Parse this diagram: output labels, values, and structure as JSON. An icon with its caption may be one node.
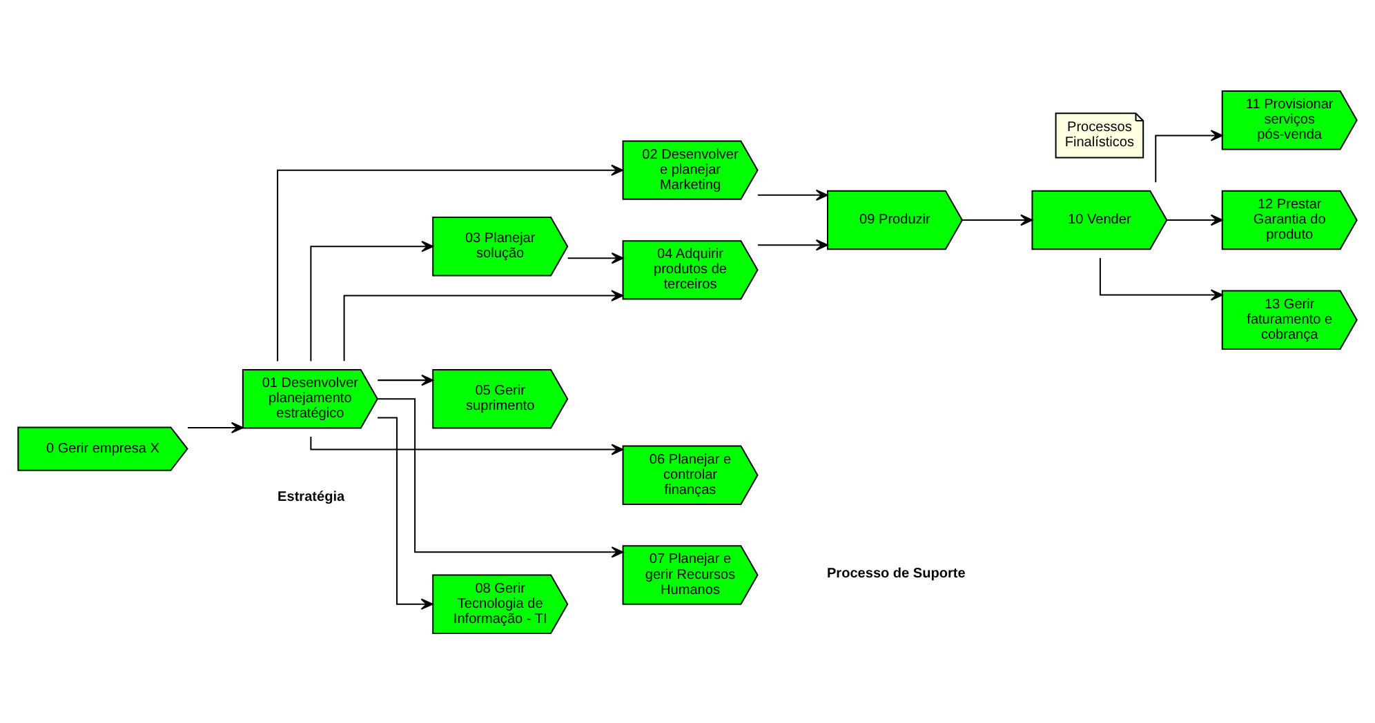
{
  "diagram": {
    "nodes": [
      {
        "text": [
          "0 Gerir empresa X"
        ]
      },
      {
        "text": [
          "01 Desenvolver planejamento estratégico"
        ]
      },
      {
        "text": [
          "02 Desenvolver e planejar Marketing"
        ]
      },
      {
        "text": [
          "03 Planejar solução"
        ]
      },
      {
        "text": [
          "04 Adquirir produtos de terceiros"
        ]
      },
      {
        "text": [
          "05 Gerir suprimento"
        ]
      },
      {
        "text": [
          "06 Planejar e controlar finanças"
        ]
      },
      {
        "text": [
          "07 Planejar e gerir Recursos Humanos"
        ]
      },
      {
        "text": [
          "08 Gerir Tecnologia de Informação - TI"
        ]
      },
      {
        "text": [
          "09 Produzir"
        ]
      },
      {
        "text": [
          "10 Vender"
        ]
      },
      {
        "text": [
          "11 Provisionar serviços pós-venda"
        ]
      },
      {
        "text": [
          "12 Prestar Garantia do produto"
        ]
      },
      {
        "text": [
          "13 Gerir faturamento e cobrança"
        ]
      },
      {
        "text": [
          "Processos Finalísticos"
        ]
      }
    ],
    "edges": [
      {
        "from": 0,
        "to": 1,
        "arrow": "to"
      },
      {
        "from": 1,
        "to": 2,
        "arrow": "to"
      },
      {
        "from": 1,
        "to": 3,
        "arrow": "to"
      },
      {
        "from": 1,
        "to": 4,
        "arrow": "to"
      },
      {
        "from": 1,
        "to": 6,
        "arrow": "to"
      },
      {
        "from": 1,
        "to": 5,
        "arrow": "to"
      },
      {
        "from": 1,
        "to": 7,
        "arrow": "to"
      },
      {
        "from": 1,
        "to": 8,
        "arrow": "to"
      },
      {
        "from": 2,
        "to": 9,
        "arrow": "to"
      },
      {
        "from": 3,
        "to": 4,
        "arrow": "to"
      },
      {
        "from": 4,
        "to": 9,
        "arrow": "to"
      },
      {
        "from": 9,
        "to": 10,
        "arrow": "to"
      },
      {
        "from": 10,
        "to": 11,
        "arrow": "to"
      },
      {
        "from": 10,
        "to": 12,
        "arrow": "to"
      },
      {
        "from": 10,
        "to": 13,
        "arrow": "to"
      }
    ],
    "labels": [
      "Estratégia",
      "Processo de Suporte"
    ]
  }
}
